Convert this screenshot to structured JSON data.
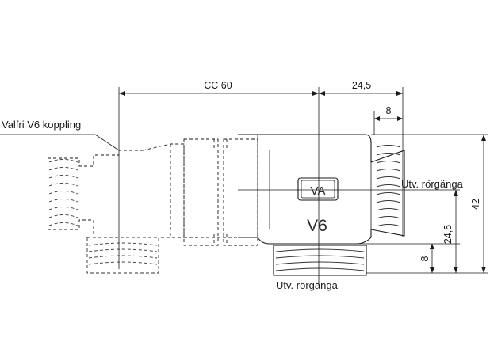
{
  "labels": {
    "connector": "Valfri V6 koppling",
    "outer_thread_side": "Utv. rörgänga",
    "outer_thread_bottom": "Utv. rörgänga",
    "body_mark": "V6",
    "logo": "VA"
  },
  "dimensions": {
    "cc": "CC 60",
    "side_length": "24,5",
    "thread_length": "8",
    "overall_height": "42",
    "axis_height": "24,5",
    "bottom_thread": "8"
  }
}
